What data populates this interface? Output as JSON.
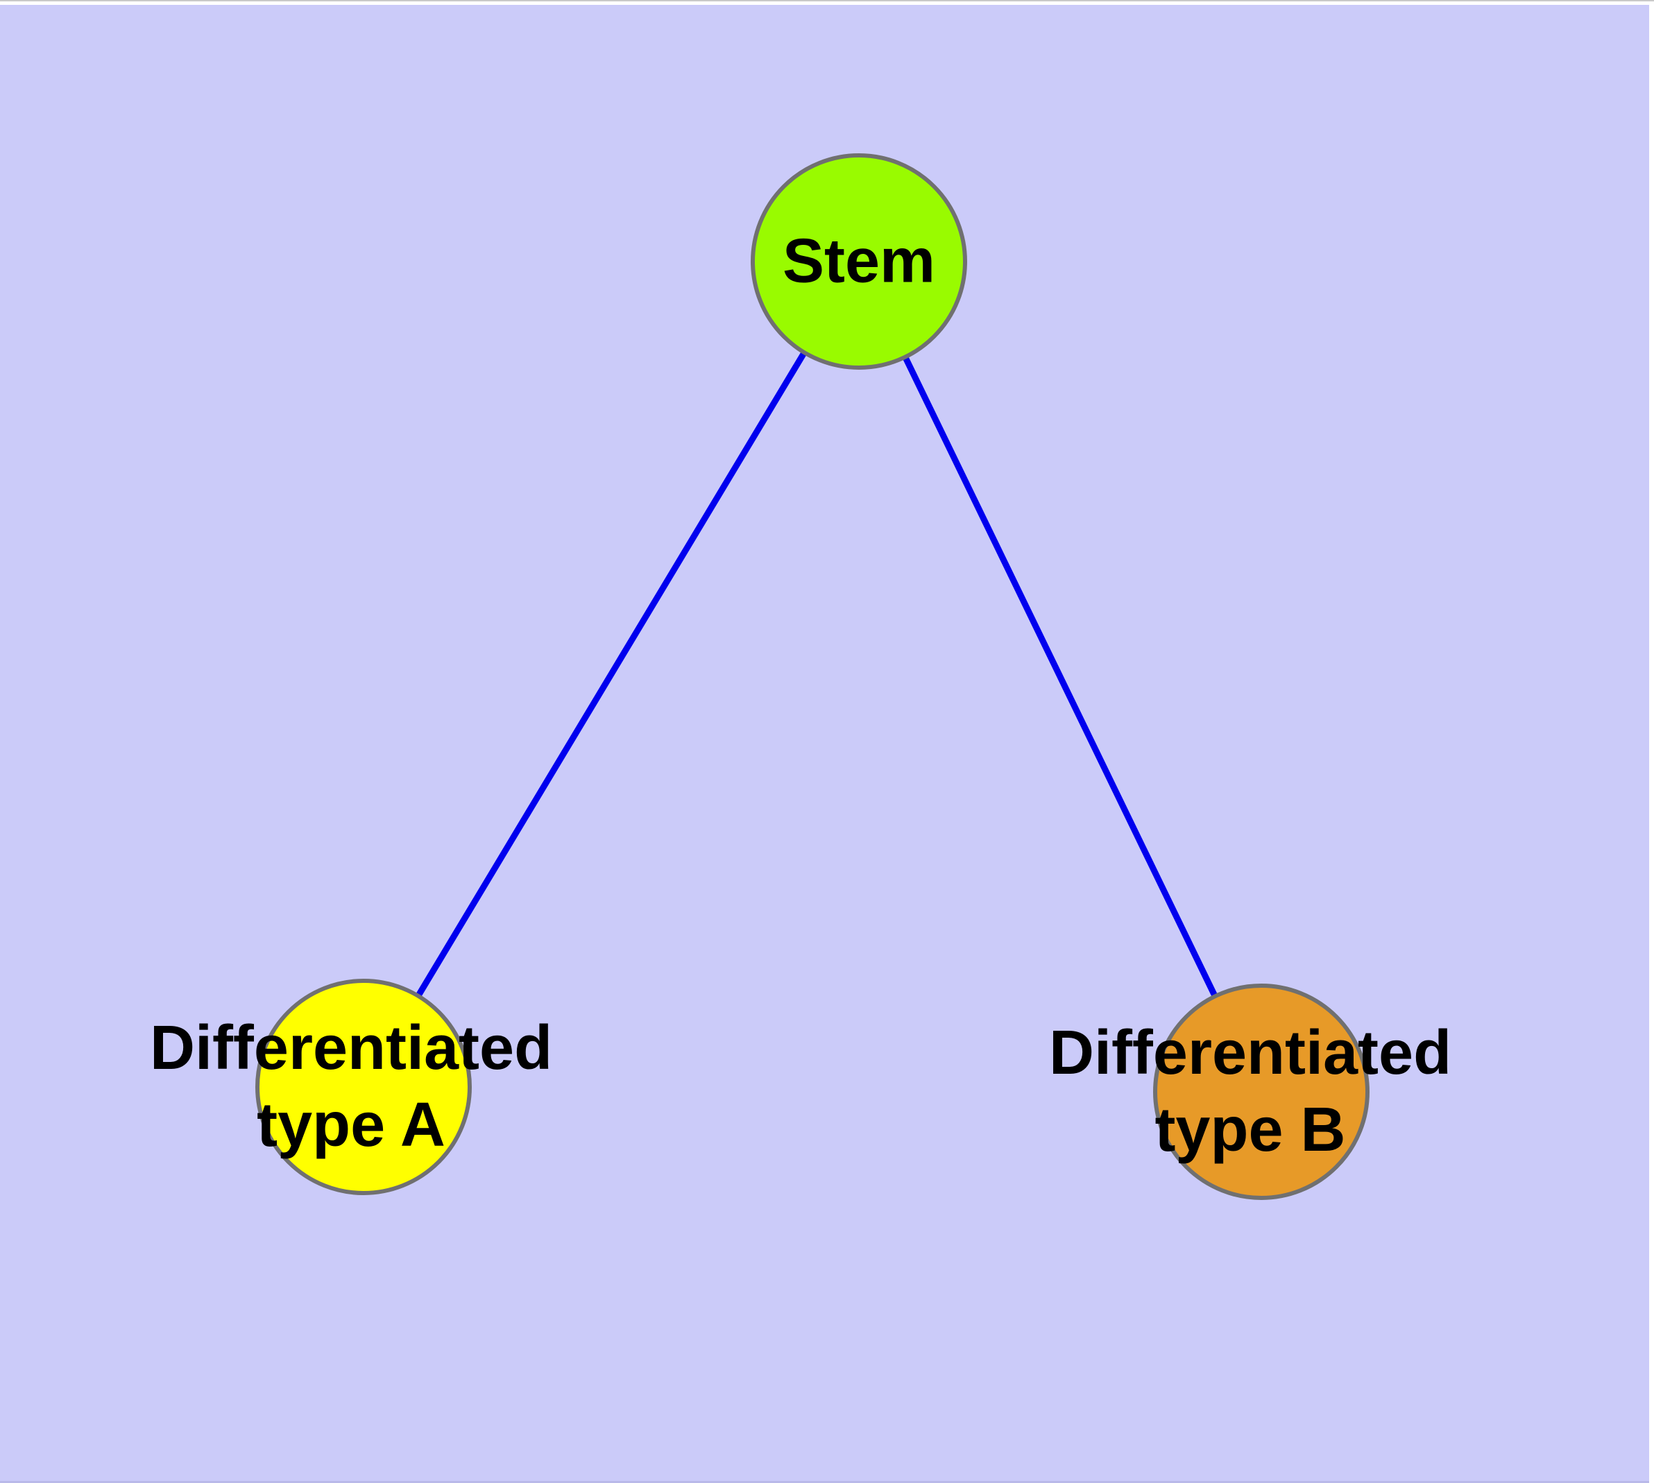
{
  "diagram": {
    "type": "graph",
    "background_color": "#cbcbf9",
    "edge_color": "#0000ee",
    "node_border_color": "#707070",
    "label_color": "#000000",
    "nodes": [
      {
        "id": "stem",
        "label_lines": [
          "Stem"
        ],
        "fill": "#99fb00"
      },
      {
        "id": "differentiated-type-a",
        "label_lines": [
          "Differentiated",
          "type A"
        ],
        "fill": "#ffff00"
      },
      {
        "id": "differentiated-type-b",
        "label_lines": [
          "Differentiated",
          "type B"
        ],
        "fill": "#e79a28"
      }
    ],
    "edges": [
      {
        "from": "stem",
        "to": "differentiated-type-a"
      },
      {
        "from": "stem",
        "to": "differentiated-type-b"
      }
    ]
  }
}
